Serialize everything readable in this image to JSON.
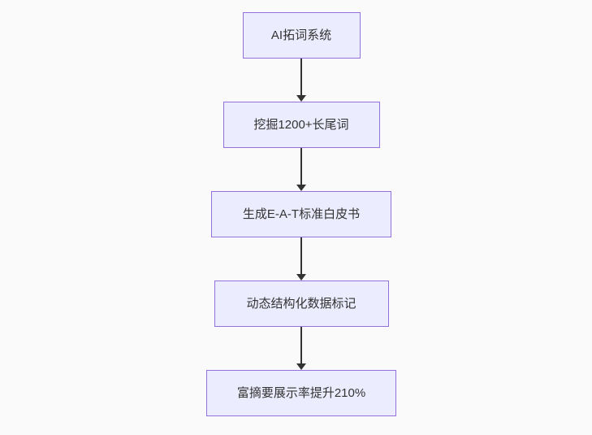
{
  "flowchart": {
    "type": "vertical-flow",
    "nodes": [
      {
        "id": "node-1",
        "label": "AI拓词系统"
      },
      {
        "id": "node-2",
        "label": "挖掘1200+长尾词"
      },
      {
        "id": "node-3",
        "label": "生成E-A-T标准白皮书"
      },
      {
        "id": "node-4",
        "label": "动态结构化数据标记"
      },
      {
        "id": "node-5",
        "label": "富摘要展示率提升210%"
      }
    ],
    "edges": [
      {
        "from": "node-1",
        "to": "node-2"
      },
      {
        "from": "node-2",
        "to": "node-3"
      },
      {
        "from": "node-3",
        "to": "node-4"
      },
      {
        "from": "node-4",
        "to": "node-5"
      }
    ],
    "colors": {
      "node_fill": "#ececff",
      "node_border": "#9370db",
      "node_text": "#333333",
      "arrow": "#333333",
      "background": "#fafafa"
    }
  }
}
